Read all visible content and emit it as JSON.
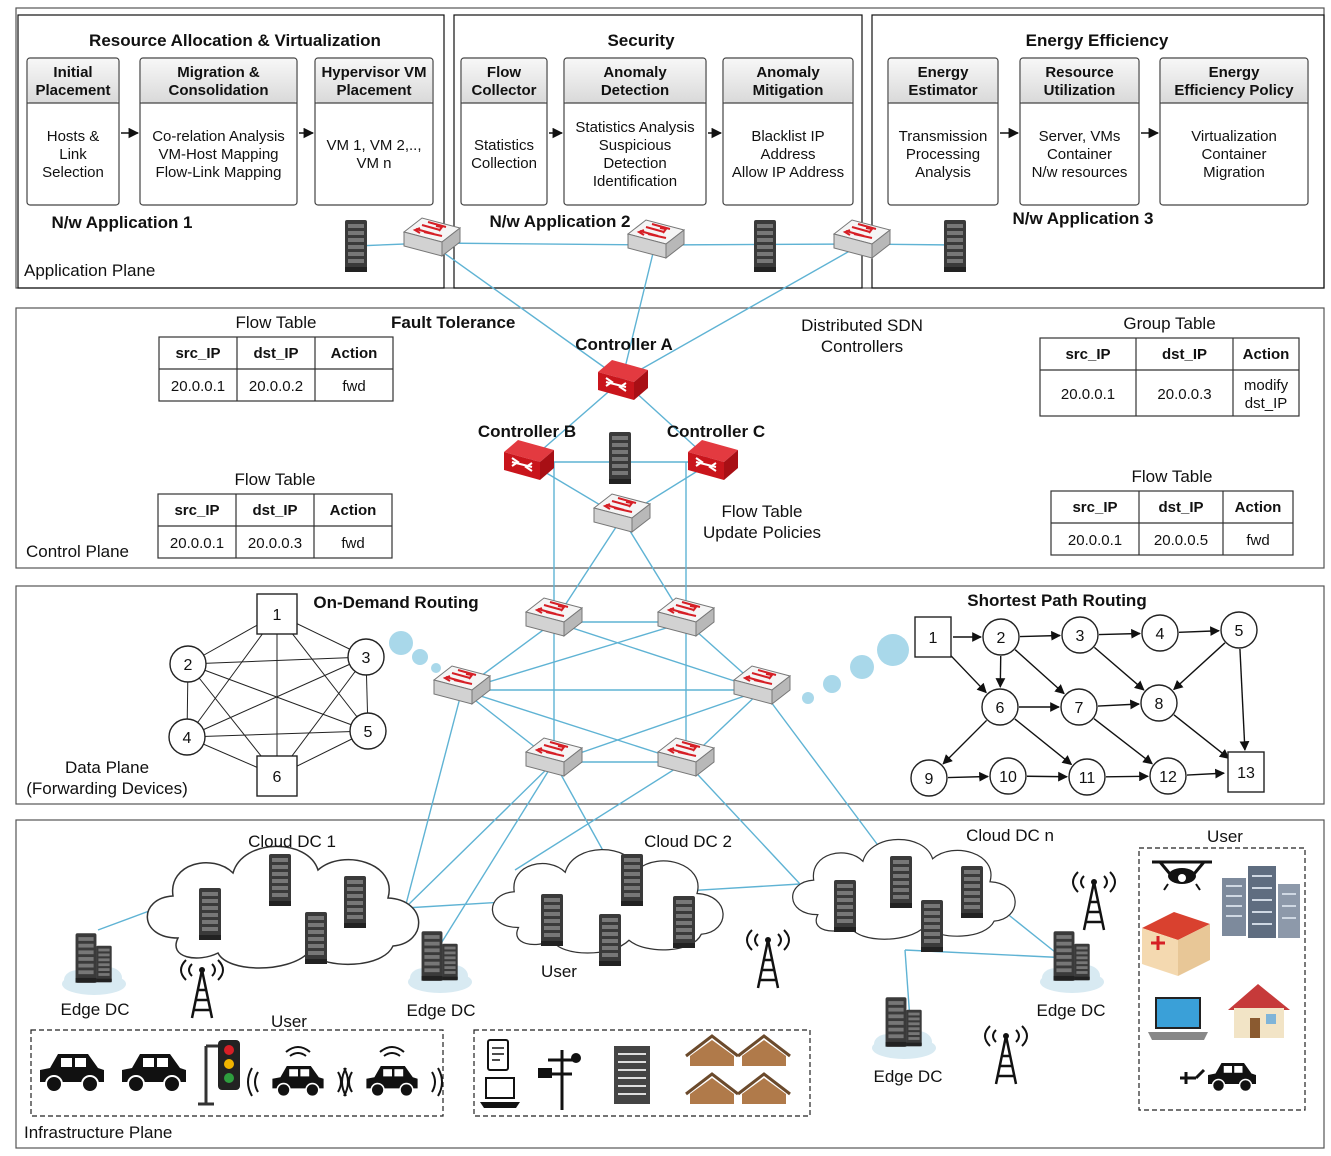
{
  "colors": {
    "link": "#5fb3d4",
    "bubble": "#a9d8ea",
    "controller": "#d61f26",
    "server": "#3a3a3a",
    "switch_face": "#ececec",
    "plane_border": "#555555",
    "box_fill_top": "#f4f4f4",
    "box_fill_bottom": "#dcdcdc"
  },
  "application_plane": {
    "label": "Application Plane",
    "sections": [
      {
        "title": "Resource Allocation & Virtualization",
        "app_label": "N/w Application 1",
        "modules": [
          {
            "head": [
              "Initial",
              "Placement"
            ],
            "body": [
              "Hosts &",
              "Link",
              "Selection"
            ]
          },
          {
            "head": [
              "Migration &",
              "Consolidation"
            ],
            "body": [
              "Co-relation Analysis",
              "VM-Host Mapping",
              "Flow-Link Mapping"
            ]
          },
          {
            "head": [
              "Hypervisor VM",
              "Placement"
            ],
            "body": [
              "VM 1, VM 2,..,",
              "VM n"
            ]
          }
        ]
      },
      {
        "title": "Security",
        "app_label": "N/w Application 2",
        "modules": [
          {
            "head": [
              "Flow",
              "Collector"
            ],
            "body": [
              "Statistics",
              "Collection"
            ]
          },
          {
            "head": [
              "Anomaly",
              "Detection"
            ],
            "body": [
              "Statistics Analysis",
              "Suspicious",
              "Detection",
              "Identification"
            ]
          },
          {
            "head": [
              "Anomaly",
              "Mitigation"
            ],
            "body": [
              "Blacklist IP",
              "Address",
              "Allow IP Address"
            ]
          }
        ]
      },
      {
        "title": "Energy Efficiency",
        "app_label": "N/w Application 3",
        "modules": [
          {
            "head": [
              "Energy",
              "Estimator"
            ],
            "body": [
              "Transmission",
              "Processing",
              "Analysis"
            ]
          },
          {
            "head": [
              "Resource",
              "Utilization"
            ],
            "body": [
              "Server, VMs",
              "Container",
              "N/w resources"
            ]
          },
          {
            "head": [
              "Energy",
              "Efficiency Policy"
            ],
            "body": [
              "Virtualization",
              "Container",
              "Migration"
            ]
          }
        ]
      }
    ]
  },
  "control_plane": {
    "label": "Control Plane",
    "fault_tolerance": "Fault Tolerance",
    "distributed_label": [
      "Distributed SDN",
      "Controllers"
    ],
    "controller_a": "Controller A",
    "controller_b": "Controller B",
    "controller_c": "Controller C",
    "update_policies": [
      "Flow Table",
      "Update Policies"
    ],
    "tables": [
      {
        "title": "Flow Table",
        "headers": [
          "src_IP",
          "dst_IP",
          "Action"
        ],
        "row": [
          "20.0.0.1",
          "20.0.0.2",
          "fwd"
        ]
      },
      {
        "title": "Flow Table",
        "headers": [
          "src_IP",
          "dst_IP",
          "Action"
        ],
        "row": [
          "20.0.0.1",
          "20.0.0.3",
          "fwd"
        ]
      },
      {
        "title": "Group Table",
        "headers": [
          "src_IP",
          "dst_IP",
          "Action"
        ],
        "row": [
          "20.0.0.1",
          "20.0.0.3",
          "modify\ndst_IP"
        ]
      },
      {
        "title": "Flow Table",
        "headers": [
          "src_IP",
          "dst_IP",
          "Action"
        ],
        "row": [
          "20.0.0.1",
          "20.0.0.5",
          "fwd"
        ]
      }
    ]
  },
  "data_plane": {
    "label": [
      "Data Plane",
      "(Forwarding Devices)"
    ],
    "on_demand_title": "On-Demand Routing",
    "shortest_path_title": "Shortest Path Routing",
    "on_demand_nodes": [
      "1",
      "2",
      "3",
      "4",
      "5",
      "6"
    ],
    "shortest_path_nodes": [
      "1",
      "2",
      "3",
      "4",
      "5",
      "6",
      "7",
      "8",
      "9",
      "10",
      "11",
      "12",
      "13"
    ]
  },
  "infrastructure_plane": {
    "label": "Infrastructure Plane",
    "cloud_dc_1": "Cloud DC 1",
    "cloud_dc_2": "Cloud DC 2",
    "cloud_dc_n": "Cloud DC n",
    "edge_dc": "Edge DC",
    "user": "User"
  }
}
